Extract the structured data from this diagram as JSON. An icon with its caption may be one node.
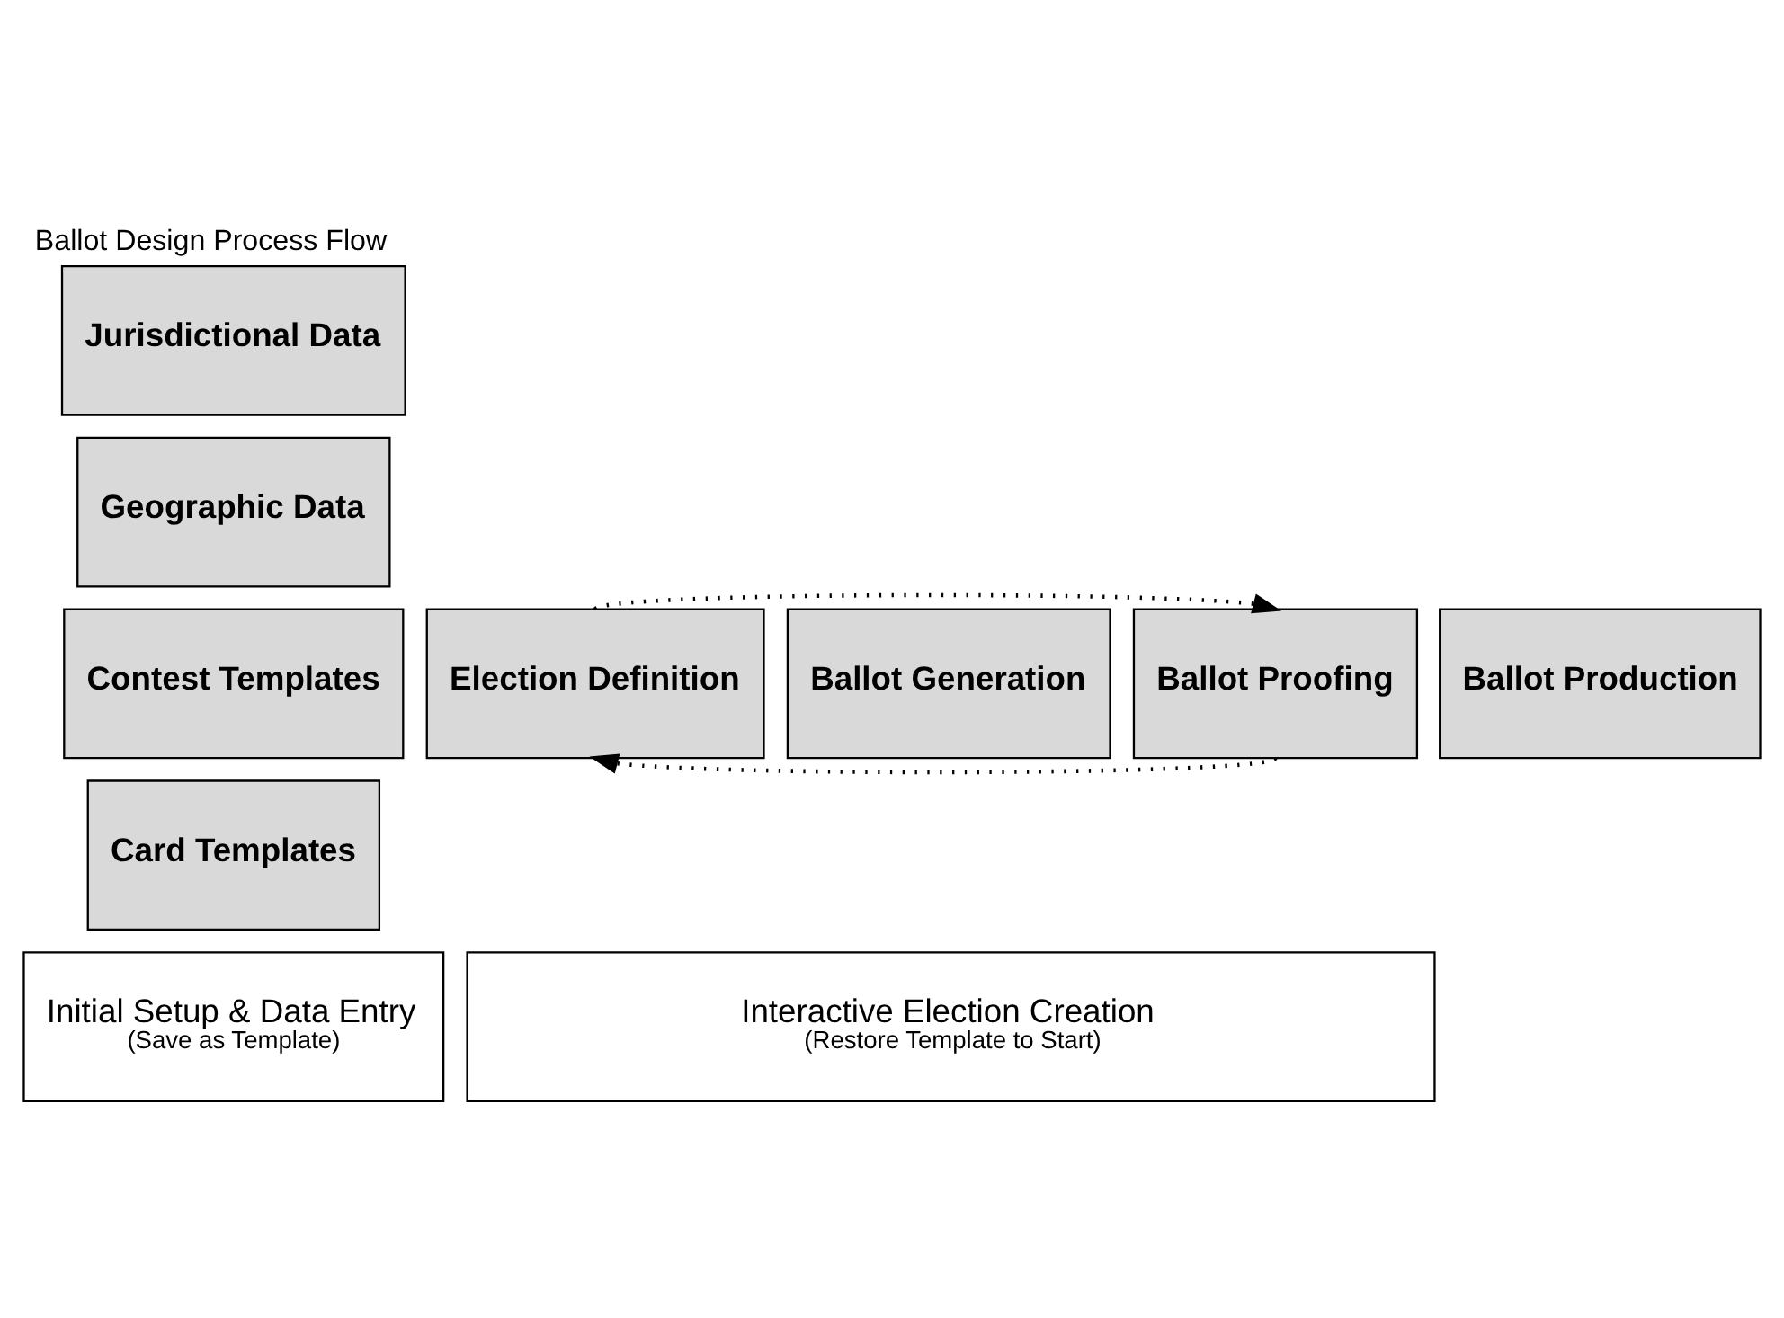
{
  "diagram": {
    "title": "Ballot Design Process Flow",
    "nodes": [
      {
        "text": [
          "Jurisdictional Data"
        ]
      },
      {
        "text": [
          "Geographic Data"
        ]
      },
      {
        "text": [
          "Contest Templates"
        ]
      },
      {
        "text": [
          "Card Templates"
        ]
      },
      {
        "text": [
          "Initial Setup & Data Entry",
          "(Save as Template)"
        ]
      },
      {
        "text": [
          "Election Definition"
        ]
      },
      {
        "text": [
          "Ballot Generation"
        ]
      },
      {
        "text": [
          "Ballot Proofing"
        ]
      },
      {
        "text": [
          "Ballot Production"
        ]
      },
      {
        "text": [
          "Interactive Election Creation",
          "(Restore Template to Start)"
        ]
      }
    ],
    "edges": [
      {
        "from": 5,
        "to": 7,
        "arrow": "to",
        "style": "dashed"
      },
      {
        "from": 7,
        "to": 5,
        "arrow": "to",
        "style": "dashed"
      }
    ]
  }
}
